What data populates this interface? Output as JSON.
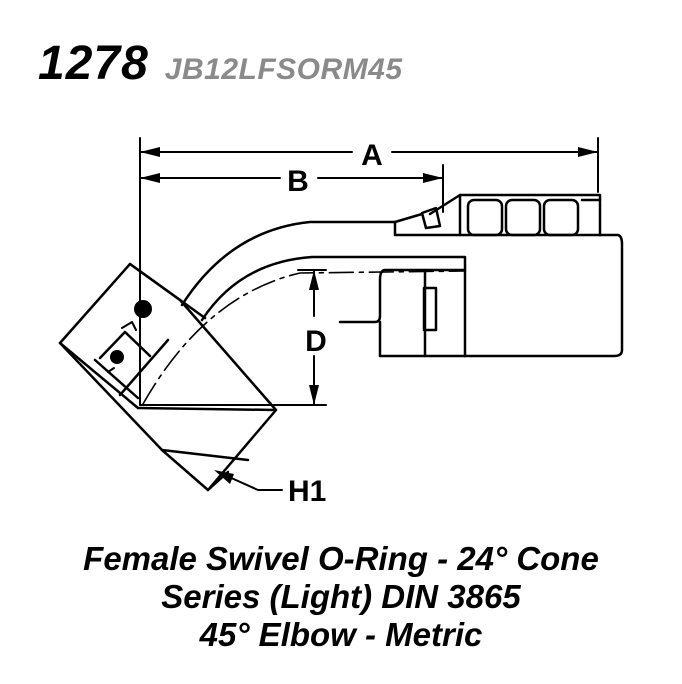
{
  "header": {
    "part_number": "1278",
    "part_code": "JB12LFSORM45"
  },
  "dimensions": {
    "a_label": "A",
    "b_label": "B",
    "d_label": "D",
    "h1_label": "H1"
  },
  "description": {
    "line1": "Female Swivel O-Ring - 24° Cone",
    "line2": "Series (Light) DIN 3865",
    "line3": "45° Elbow - Metric"
  }
}
